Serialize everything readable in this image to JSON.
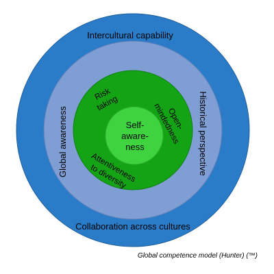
{
  "diagram": {
    "rings": [
      {
        "name": "outer",
        "color": "#2a7bc8",
        "labels": [
          "Intercultural capability",
          "Collaboration across cultures"
        ]
      },
      {
        "name": "second",
        "color": "#7f9ed4",
        "labels": [
          "Global awareness",
          "Historical perspective"
        ]
      },
      {
        "name": "third",
        "color": "#14a314",
        "labels": [
          "Risk taking",
          "Open-mindedness",
          "Attentiveness to diversity"
        ]
      },
      {
        "name": "core",
        "color": "#3fd43f",
        "labels": [
          "Self-awareness"
        ]
      }
    ],
    "labels": {
      "top": "Intercultural capability",
      "bottom": "Collaboration across cultures",
      "left": "Global awareness",
      "right": "Historical perspective",
      "risk_line1": "Risk",
      "risk_line2": "taking",
      "open_line1": "Open-",
      "open_line2": "mindedness",
      "attn_line1": "Attentiveness",
      "attn_line2": "to diversity",
      "core_line1": "Self-",
      "core_line2": "aware-",
      "core_line3": "ness"
    },
    "caption": "Global competence model (Hunter)  (™)"
  }
}
